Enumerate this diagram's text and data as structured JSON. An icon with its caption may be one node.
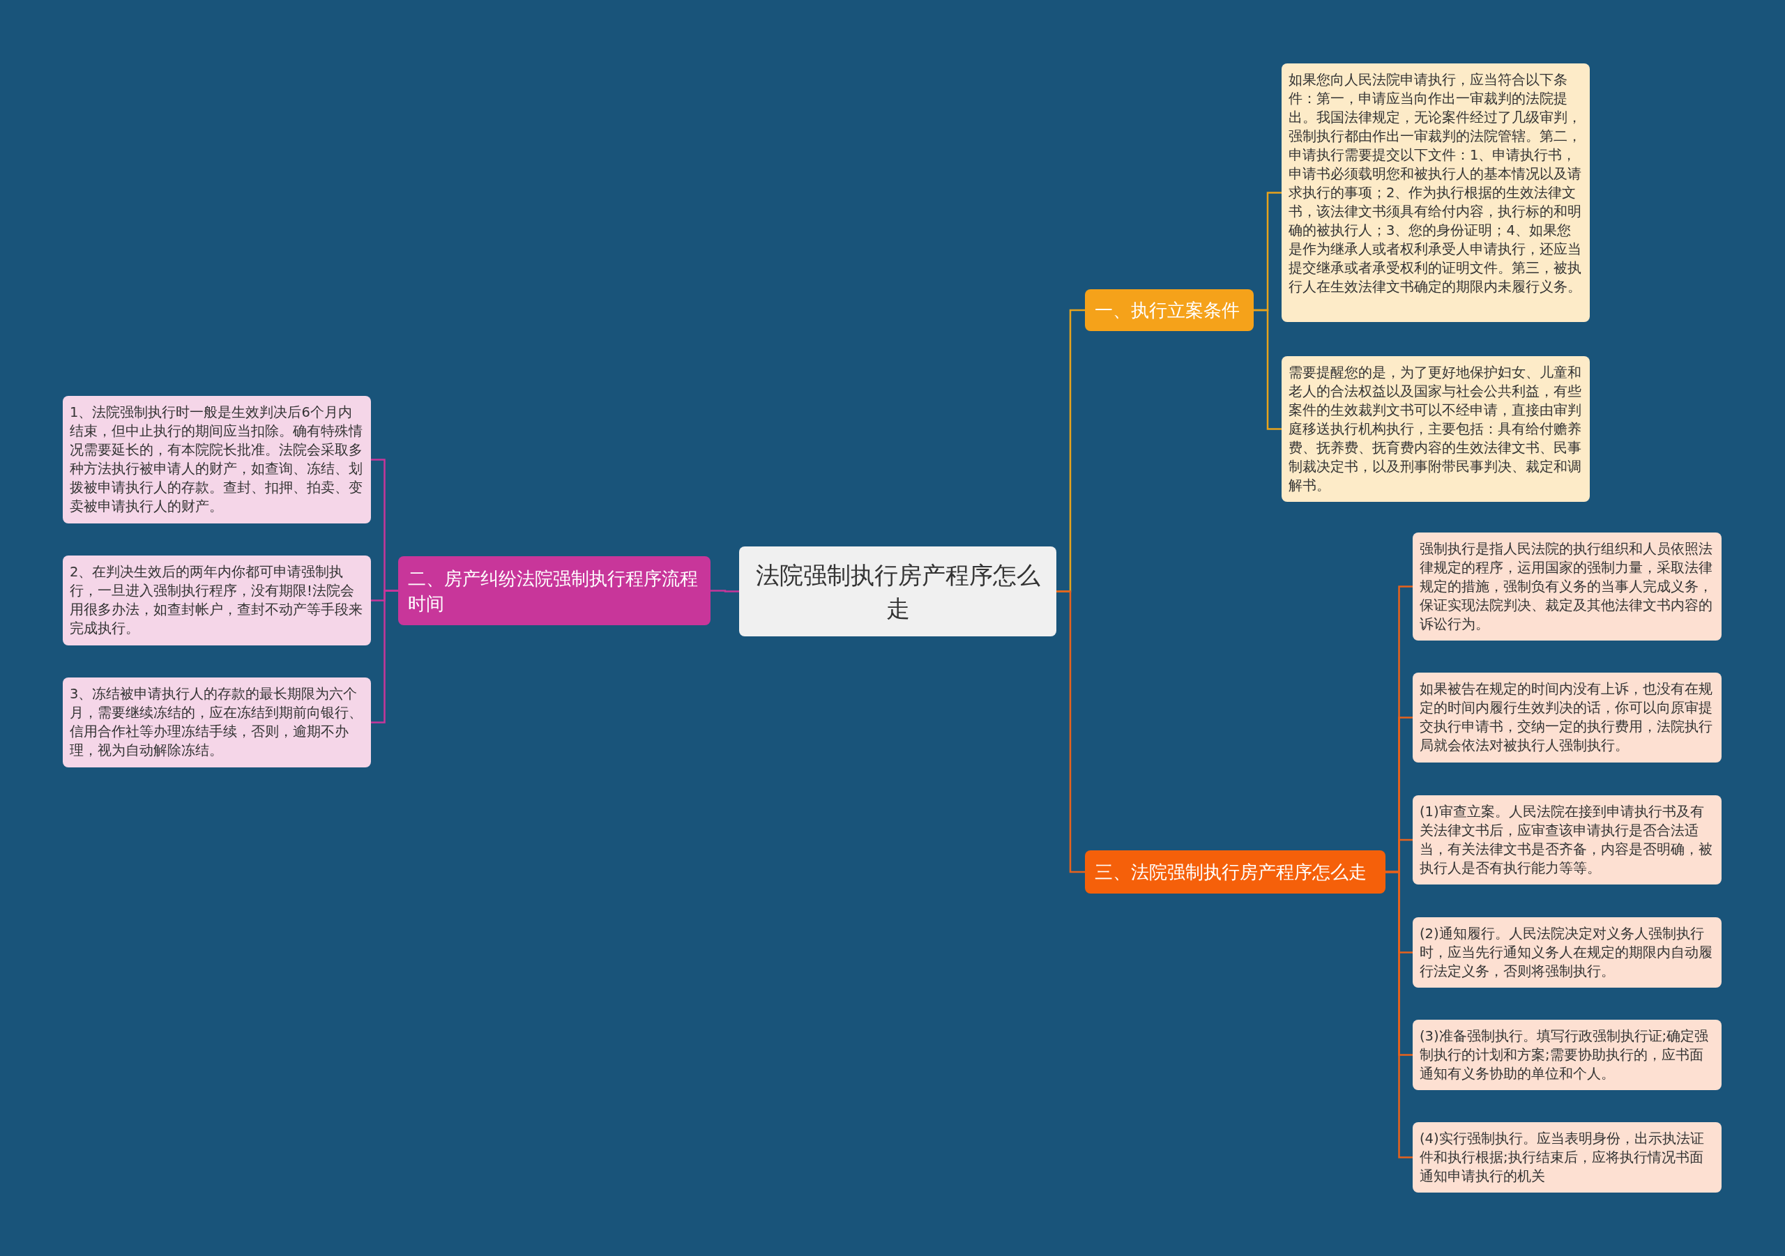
{
  "diagram": {
    "nodes": [
      {
        "text": [
          "法院强制执行房产程序怎么走"
        ]
      },
      {
        "text": [
          "一、执行立案条件"
        ]
      },
      {
        "text": [
          "如果您向人民法院申请执行，应当符合以下条件：第一，申请应当向作出一审裁判的法院提出。我国法律规定，无论案件经过了几级审判，强制执行都由作出一审裁判的法院管辖。第二，申请执行需要提交以下文件：1、申请执行书，申请书必须载明您和被执行人的基本情况以及请求执行的事项；2、作为执行根据的生效法律文书，该法律文书须具有给付内容，执行标的和明确的被执行人；3、您的身份证明；4、如果您是作为继承人或者权利承受人申请执行，还应当提交继承或者承受权利的证明文件。第三，被执行人在生效法律文书确定的期限内未履行义务。"
        ]
      },
      {
        "text": [
          "需要提醒您的是，为了更好地保护妇女、儿童和老人的合法权益以及国家与社会公共利益，有些案件的生效裁判文书可以不经申请，直接由审判庭移送执行机构执行，主要包括：具有给付赡养费、抚养费、抚育费内容的生效法律文书、民事制裁决定书，以及刑事附带民事判决、裁定和调解书。"
        ]
      },
      {
        "text": [
          "二、房产纠纷法院强制执行程序流程时间"
        ]
      },
      {
        "text": [
          "1、法院强制执行时一般是生效判决后6个月内结束，但中止执行的期间应当扣除。确有特殊情况需要延长的，有本院院长批准。法院会采取多种方法执行被申请人的财产，如查询、冻结、划拨被申请执行人的存款。查封、扣押、拍卖、变卖被申请执行人的财产。"
        ]
      },
      {
        "text": [
          "2、在判决生效后的两年内你都可申请强制执行，一旦进入强制执行程序，没有期限!法院会用很多办法，如查封帐户，查封不动产等手段来完成执行。"
        ]
      },
      {
        "text": [
          "3、冻结被申请执行人的存款的最长期限为六个月，需要继续冻结的，应在冻结到期前向银行、信用合作社等办理冻结手续，否则，逾期不办理，视为自动解除冻结。"
        ]
      },
      {
        "text": [
          "三、法院强制执行房产程序怎么走"
        ]
      },
      {
        "text": [
          "强制执行是指人民法院的执行组织和人员依照法律规定的程序，运用国家的强制力量，采取法律规定的措施，强制负有义务的当事人完成义务，保证实现法院判决、裁定及其他法律文书内容的诉讼行为。"
        ]
      },
      {
        "text": [
          "如果被告在规定的时间内没有上诉，也没有在规定的时间内履行生效判决的话，你可以向原审提交执行申请书，交纳一定的执行费用，法院执行局就会依法对被执行人强制执行。"
        ]
      },
      {
        "text": [
          "(1)审查立案。人民法院在接到申请执行书及有关法律文书后，应审查该申请执行是否合法适当，有关法律文书是否齐备，内容是否明确，被执行人是否有执行能力等等。"
        ]
      },
      {
        "text": [
          "(2)通知履行。人民法院决定对义务人强制执行时，应当先行通知义务人在规定的期限内自动履行法定义务，否则将强制执行。"
        ]
      },
      {
        "text": [
          "(3)准备强制执行。填写行政强制执行证;确定强制执行的计划和方案;需要协助执行的，应书面通知有义务协助的单位和个人。"
        ]
      },
      {
        "text": [
          "(4)实行强制执行。应当表明身份，出示执法证件和执行根据;执行结束后，应将执行情况书面通知申请执行的机关"
        ]
      }
    ],
    "edges": [
      {
        "from": 0,
        "to": 1,
        "arrow": "none",
        "color": "#e8a31c"
      },
      {
        "from": 1,
        "to": 2,
        "arrow": "none",
        "color": "#e8a31c"
      },
      {
        "from": 1,
        "to": 3,
        "arrow": "none",
        "color": "#e8a31c"
      },
      {
        "from": 0,
        "to": 4,
        "arrow": "none",
        "color": "#c8369a"
      },
      {
        "from": 4,
        "to": 5,
        "arrow": "none",
        "color": "#c8369a"
      },
      {
        "from": 4,
        "to": 6,
        "arrow": "none",
        "color": "#c8369a"
      },
      {
        "from": 4,
        "to": 7,
        "arrow": "none",
        "color": "#c8369a"
      },
      {
        "from": 0,
        "to": 8,
        "arrow": "none"
      },
      {
        "from": 8,
        "to": 9,
        "arrow": "none"
      },
      {
        "from": 8,
        "to": 10,
        "arrow": "none"
      },
      {
        "from": 8,
        "to": 11,
        "arrow": "none"
      },
      {
        "from": 8,
        "to": 12,
        "arrow": "none"
      },
      {
        "from": 8,
        "to": 13,
        "arrow": "none"
      },
      {
        "from": 8,
        "to": 14,
        "arrow": "none"
      }
    ]
  }
}
